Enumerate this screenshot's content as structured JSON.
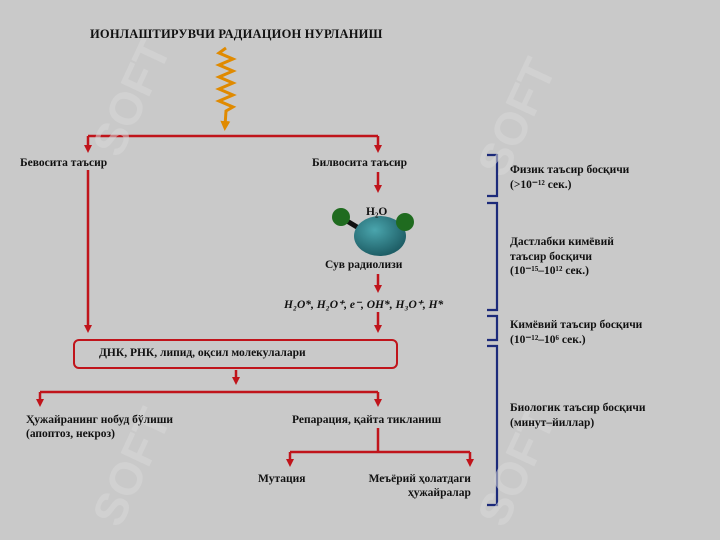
{
  "title": "ИОНЛАШТИРУВЧИ РАДИАЦИОН НУРЛАНИШ",
  "watermark": "SOFT",
  "nodes": {
    "direct": "Бевосита таъсир",
    "indirect": "Билвосита таъсир",
    "water_formula": "H₂O",
    "water_radiolysis": "Сув радиолизи",
    "radicals": "H₂O*, H₂O⁺, e⁻, OH*, H₃O⁺, H*",
    "molecules": "ДНК, РНК, липид, оқсил молекулалари",
    "cell_death_line1": "Ҳужайранинг нобуд бўлиши",
    "cell_death_line2": "(апоптоз, некроз)",
    "repair": "Репарация, қайта тикланиш",
    "mutation": "Мутация",
    "normal_line1": "Меъёрий ҳолатдаги",
    "normal_line2": "ҳужайралар"
  },
  "stages": [
    {
      "name": "Физик таъсир босқичи",
      "time": "(>10⁻¹² сек.)"
    },
    {
      "name_line1": "Дастлабки кимёвий",
      "name_line2": "таъсир босқичи",
      "time": "(10⁻¹⁵–10¹² сек.)"
    },
    {
      "name": "Кимёвий таъсир босқичи",
      "time": "(10⁻¹²–10⁶ сек.)"
    },
    {
      "name": "Биологик таъсир босқичи",
      "time": "(минут–йиллар)"
    }
  ],
  "colors": {
    "arrow": "#c0141b",
    "bracket": "#1c2a7a",
    "wave": "#e08a00",
    "molecule_center": "#2e7f86",
    "molecule_atom": "#1f6b1f"
  }
}
